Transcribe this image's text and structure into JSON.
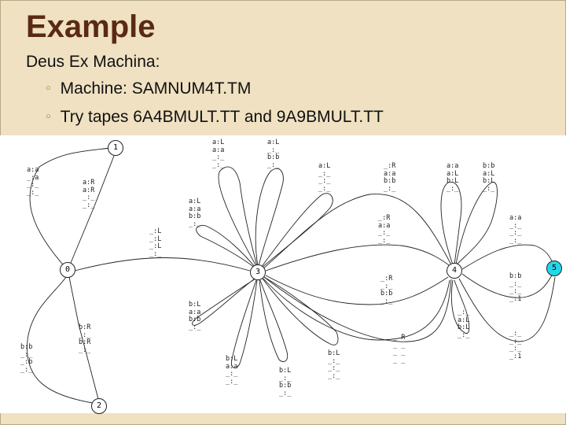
{
  "slide": {
    "title": "Example",
    "subtitle": "Deus Ex Machina:",
    "bullets": [
      {
        "icon": "circle-bullet-icon",
        "text": "Machine: SAMNUM4T.TM"
      },
      {
        "icon": "circle-bullet-icon",
        "text": "Try tapes 6A4BMULT.TT and 9A9BMULT.TT"
      }
    ]
  },
  "colors": {
    "title": "#5a2a14",
    "background": "#efe1c1",
    "accept_state": "#22d8e8"
  },
  "diagram": {
    "nodes": [
      {
        "id": "0",
        "label": "0",
        "accept": false
      },
      {
        "id": "1",
        "label": "1",
        "accept": false
      },
      {
        "id": "2",
        "label": "2",
        "accept": false
      },
      {
        "id": "3",
        "label": "3",
        "accept": false
      },
      {
        "id": "4",
        "label": "4",
        "accept": false
      },
      {
        "id": "5",
        "label": "5",
        "accept": true
      }
    ],
    "labels": [
      [
        "a:a",
        "_:a",
        "_:_",
        "_:_"
      ],
      [
        "a:R",
        "a:R",
        "_:_",
        "_:_"
      ],
      [
        "a:L",
        "a:a",
        "_:_",
        "_:_"
      ],
      [
        "a:L",
        "_:_",
        "b:b",
        "_:_"
      ],
      [
        "a:L",
        "a:a",
        "b:b",
        "_:_"
      ],
      [
        "_:L",
        "_:L",
        "_:L",
        "_:_"
      ],
      [
        "a:L",
        "_:_",
        "_:_",
        "_:_"
      ],
      [
        "_:R",
        "a:a",
        "b:b",
        "_:_"
      ],
      [
        "a:a",
        "a:L",
        "b:L",
        "_:_"
      ],
      [
        "b:b",
        "a:L",
        "b:L",
        "_:_"
      ],
      [
        "_:R",
        "a:a",
        "_:_",
        "_:_"
      ],
      [
        "a:a",
        "_:_",
        "_:_",
        "_:_"
      ],
      [
        "_:R",
        "_:_",
        "b:b",
        "_:_"
      ],
      [
        "b:b",
        "_:_",
        "_:_",
        "_:1"
      ],
      [
        "_:_",
        "a:L",
        "b:L",
        "_:_"
      ],
      [
        "_:_",
        "_:_",
        "_:_",
        "_:1"
      ],
      [
        "_ R",
        "_ _",
        "_ _",
        "_ _"
      ],
      [
        "b:L",
        "_:_",
        "_:_",
        "_:_"
      ],
      [
        "b:L",
        "a:a",
        "b:b",
        "_:_"
      ],
      [
        "b:L",
        "a:a",
        "_:_",
        "_:_"
      ],
      [
        "b:L",
        "_:_",
        "b:b",
        "_:_"
      ],
      [
        "b:R",
        "_:_",
        "b:R",
        "_:_"
      ],
      [
        "b:b",
        "_:_",
        "_:b",
        "_:_"
      ]
    ]
  }
}
